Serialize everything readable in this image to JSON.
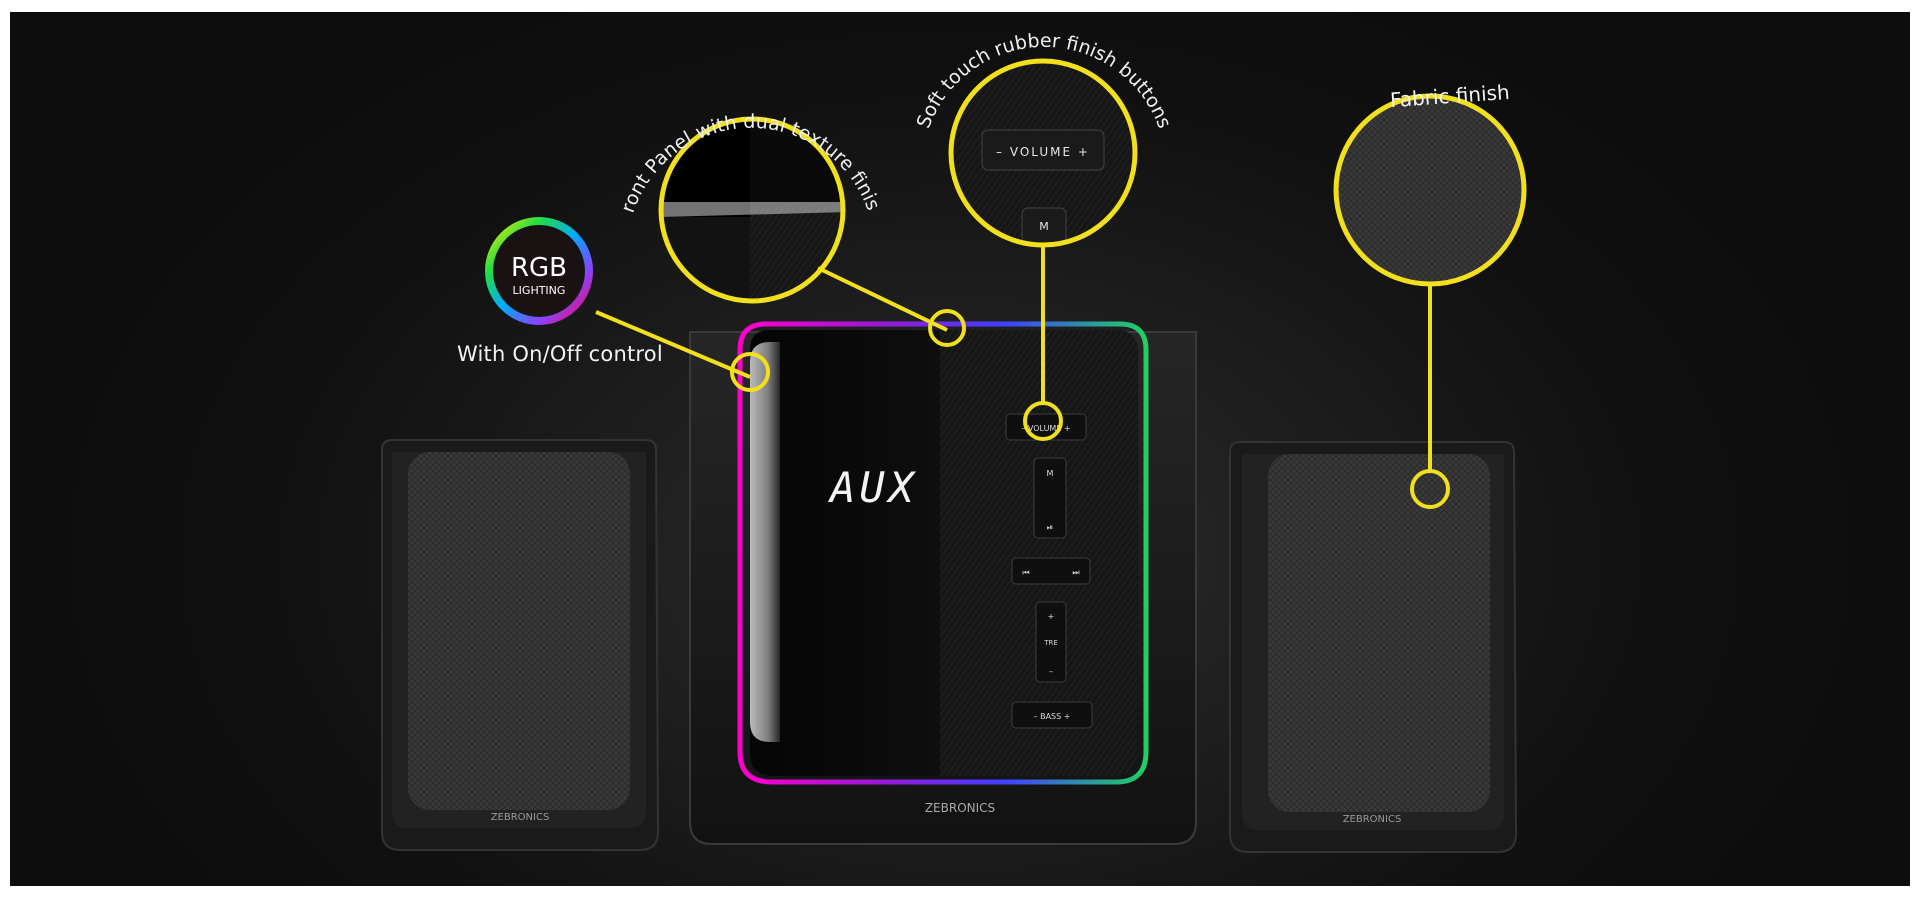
{
  "callouts": {
    "rgb_badge": {
      "title": "RGB",
      "subtitle": "LIGHTING"
    },
    "rgb_control": "With On/Off control",
    "front_panel": "Front Panel with dual texture finish",
    "buttons": "Soft touch rubber finish buttons",
    "fabric": "Fabric finish"
  },
  "display": {
    "text": "AUX"
  },
  "controls": {
    "volume": "– VOLUME +",
    "volume_small": "– VOLUME +",
    "mode": "M",
    "play_pause": "⏯",
    "prev_next": [
      "⏮",
      "⏭"
    ],
    "treble": {
      "plus": "+",
      "label": "TRE",
      "minus": "–"
    },
    "bass": "– BASS +"
  },
  "brand": {
    "subwoofer": "ZEBRONICS",
    "left_speaker": "ZEBRONICS",
    "right_speaker": "ZEBRONICS"
  },
  "colors": {
    "callout_yellow": "#f2e01d",
    "background": "#111111",
    "rgb_ring": [
      "#ff0033",
      "#ff8800",
      "#ffee00",
      "#22dd44",
      "#00aaff",
      "#8844ff",
      "#ff00cc"
    ]
  }
}
